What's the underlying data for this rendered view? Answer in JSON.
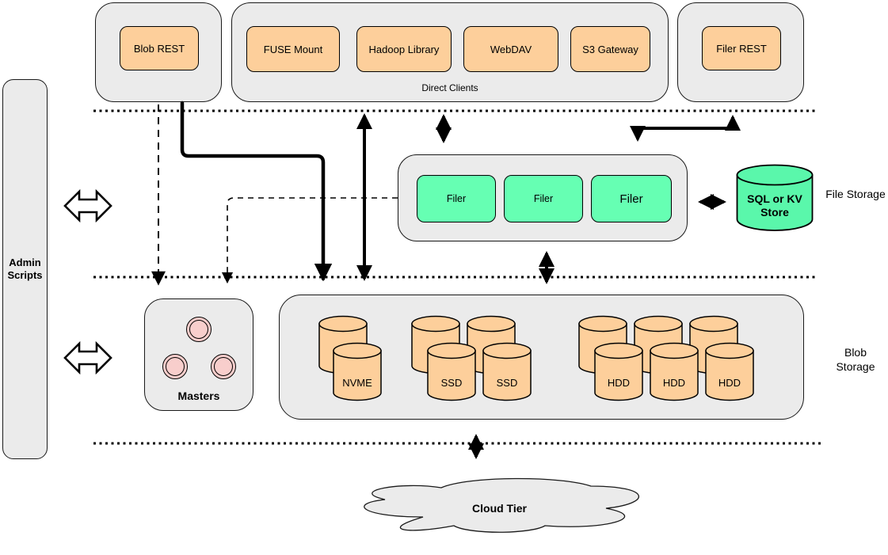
{
  "colors": {
    "container_gray": "#ebebeb",
    "node_orange": "#fdcf9b",
    "node_green": "#66ffb3",
    "masters_pink": "#f8cecc",
    "stroke": "#000000"
  },
  "admin_scripts": {
    "label": "Admin Scripts"
  },
  "clients": {
    "blob_rest": "Blob REST",
    "direct_clients_label": "Direct Clients",
    "direct_clients": [
      "FUSE Mount",
      "Hadoop Library",
      "WebDAV",
      "S3 Gateway"
    ],
    "filer_rest": "Filer REST"
  },
  "file_storage": {
    "section_label": "File Storage",
    "filers": [
      "Filer",
      "Filer",
      "Filer"
    ],
    "kv_store": "SQL or KV Store"
  },
  "blob_storage": {
    "section_label": "Blob Storage",
    "masters_label": "Masters",
    "volume_labels": {
      "nvme": "NVME",
      "ssd_1": "SSD",
      "ssd_2": "SSD",
      "hdd_1": "HDD",
      "hdd_2": "HDD",
      "hdd_3": "HDD"
    }
  },
  "cloud": {
    "label": "Cloud Tier"
  }
}
